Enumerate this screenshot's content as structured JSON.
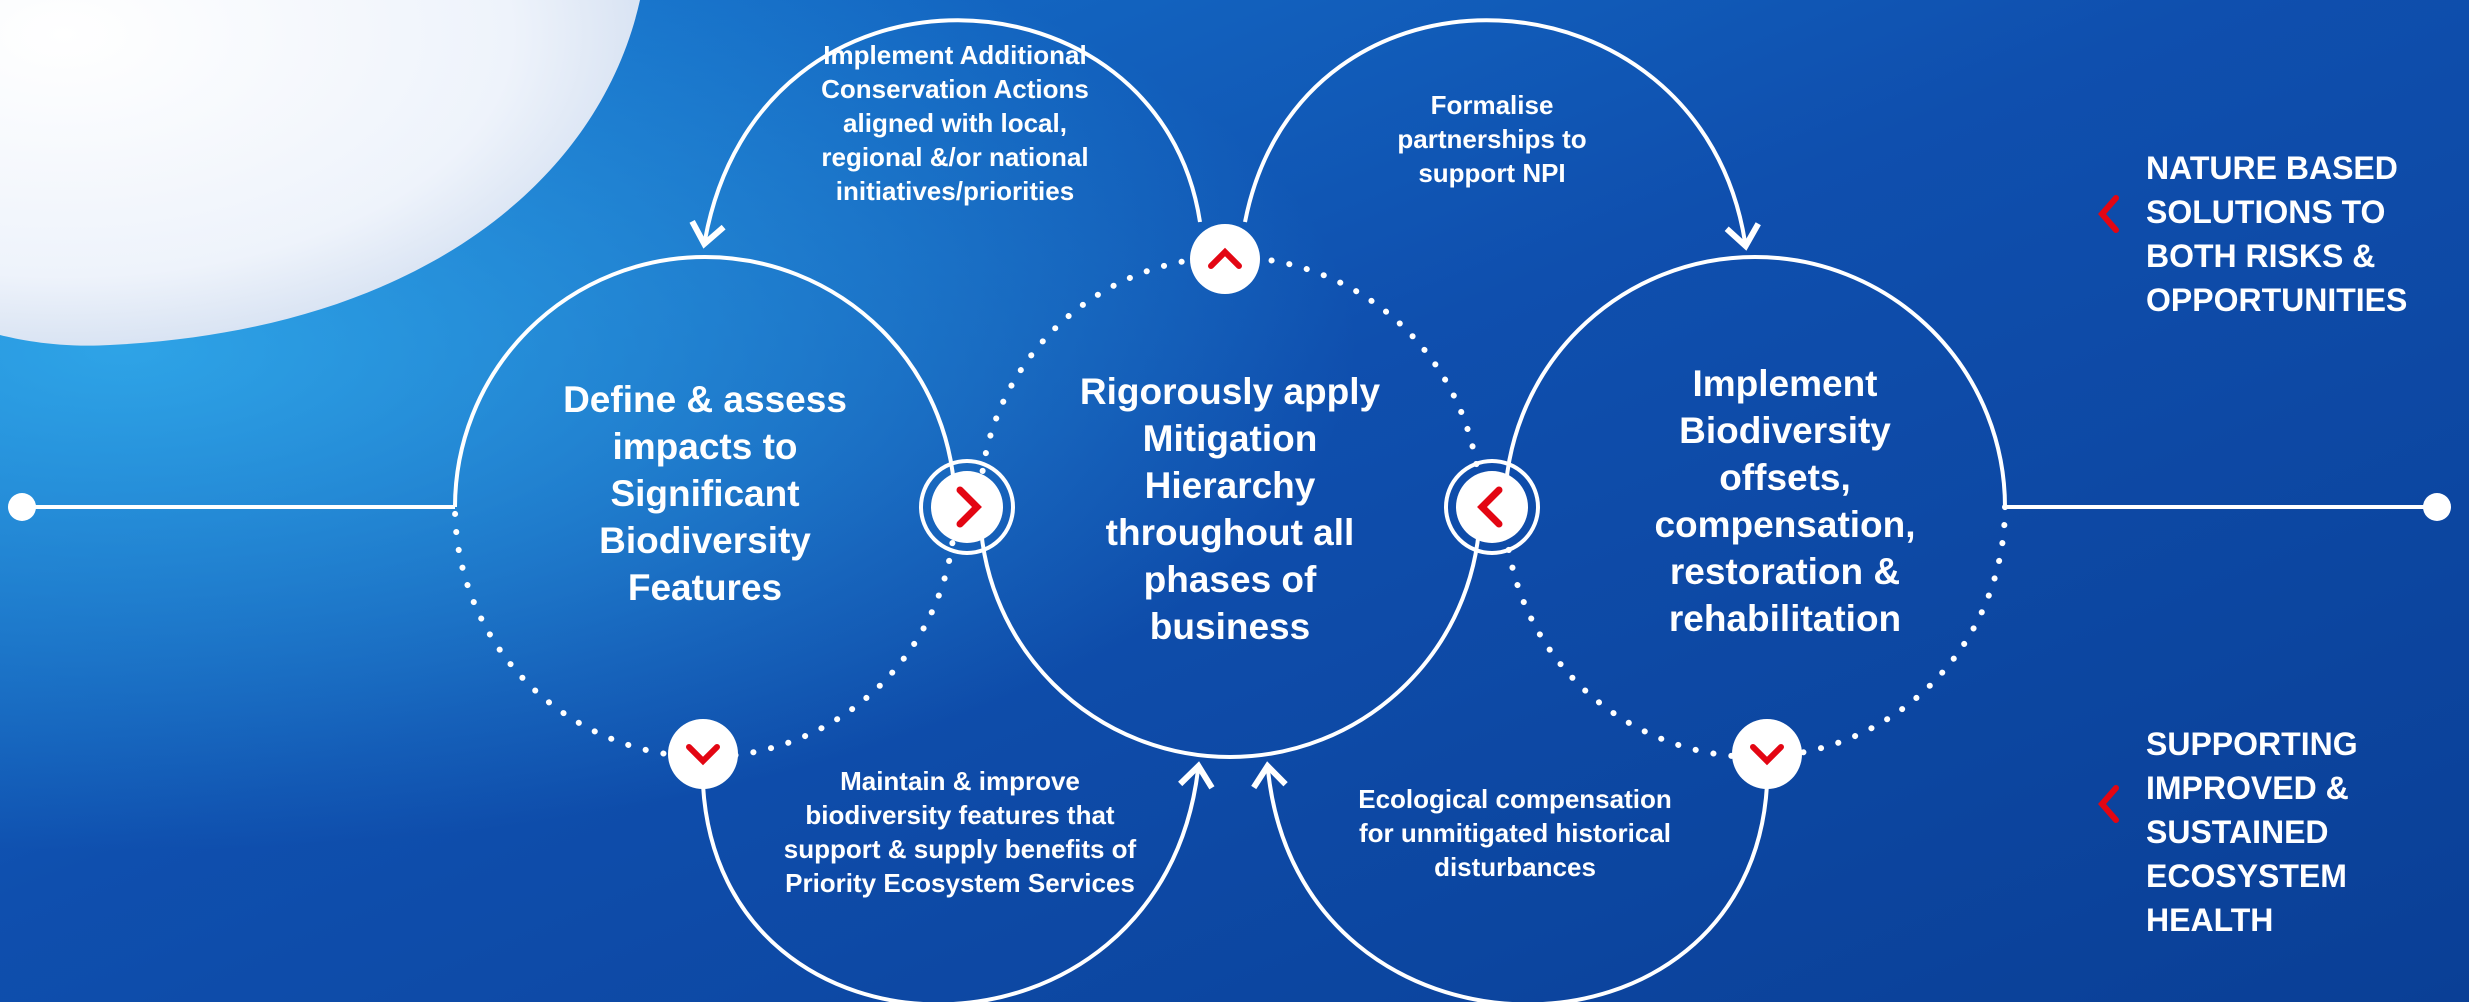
{
  "nodes": {
    "left": "Define & assess impacts to Significant Biodiversity Features",
    "center": "Rigorously apply Mitigation Hierarchy throughout all phases of business",
    "right": "Implement Biodiversity offsets, compensation, restoration & rehabilitation"
  },
  "loops": {
    "top_left": "Implement Additional Conservation Actions aligned with local, regional &/or national initiatives/priorities",
    "top_right": "Formalise partnerships to support NPI",
    "bottom_left": "Maintain & improve biodiversity features that support & supply benefits of Priority Ecosystem Services",
    "bottom_right": "Ecological compensation for unmitigated historical disturbances"
  },
  "outcomes": {
    "top": "NATURE BASED SOLUTIONS TO BOTH RISKS & OPPORTUNITIES",
    "bottom": "SUPPORTING IMPROVED & SUSTAINED ECOSYSTEM HEALTH"
  },
  "colors": {
    "background": "#0d4aa6",
    "accent": "#e30613",
    "line": "#ffffff"
  }
}
